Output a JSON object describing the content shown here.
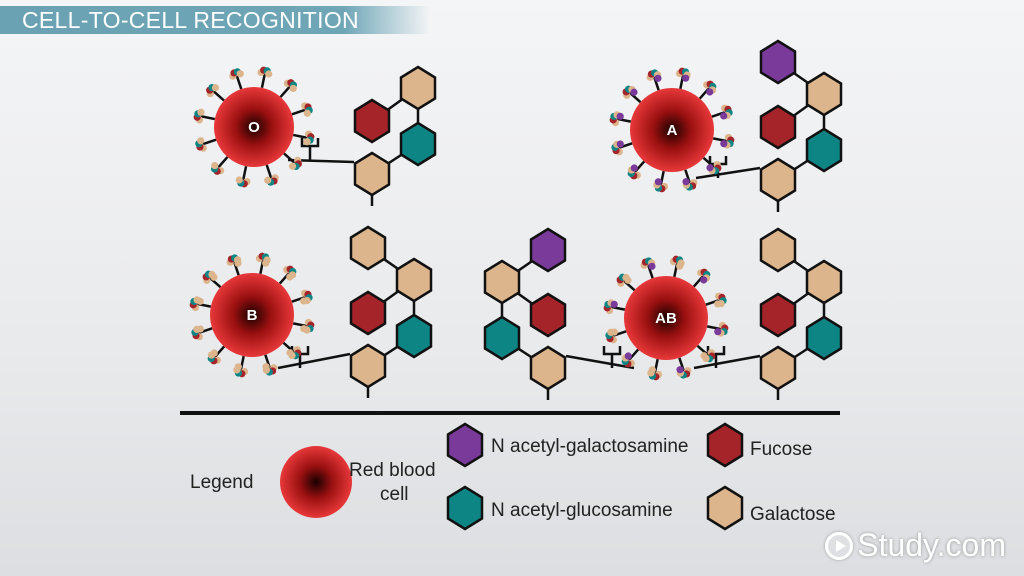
{
  "title": "CELL-TO-CELL RECOGNITION",
  "cells": [
    {
      "label": "O",
      "antigen": "O"
    },
    {
      "label": "A",
      "antigen": "A"
    },
    {
      "label": "B",
      "antigen": "B"
    },
    {
      "label": "AB",
      "antigen": "AB"
    }
  ],
  "legend": {
    "title": "Legend",
    "red_blood_cell": [
      "Red blood",
      "cell"
    ],
    "galnac": "N acetyl-galactosamine",
    "glcnac": "N acetyl-glucosamine",
    "fucose": "Fucose",
    "galactose": "Galactose"
  },
  "colors": {
    "galnac": "#7a3a9a",
    "glcnac": "#0e8585",
    "fucose": "#a5242a",
    "galactose": "#ddb58c",
    "cell": "#e02a2a",
    "title_bar": "#6fa6b7"
  },
  "logo": "Study.com"
}
